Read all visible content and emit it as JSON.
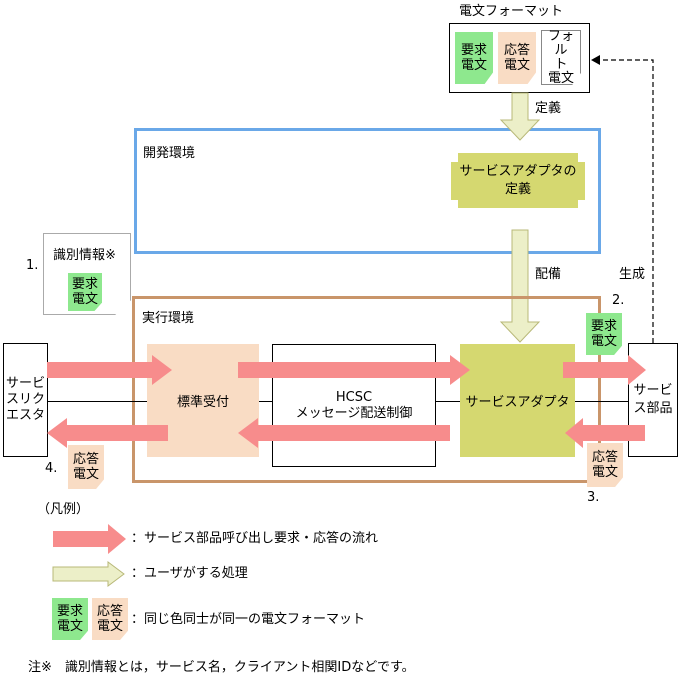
{
  "title_format": "電文フォーマット",
  "format_messages": {
    "request": "要求\n電文",
    "response": "応答\n電文",
    "fault": "フォル\nト\n電文"
  },
  "label_definition": "定義",
  "dev_env": {
    "title": "開発環境",
    "adapter_def": "サービスアダプタの\n定義"
  },
  "label_deploy": "配備",
  "label_generate": "生成",
  "run_env": {
    "title": "実行環境",
    "standard_reception": "標準受付",
    "hcsc_routing": "HCSC\nメッセージ配送制御",
    "service_adapter": "サービスアダプタ"
  },
  "requester": "サービ\nスリク\nエスタ",
  "service_part": "サービ\nス部品",
  "step1": "1.",
  "identification_info": "識別情報※",
  "step2": "2.",
  "step3": "3.",
  "step4": "4.",
  "msg_request": "要求\n電文",
  "msg_response": "応答\n電文",
  "legend": {
    "title": "（凡例）",
    "flow": "：サービス部品呼び出し要求・応答の流れ",
    "user_process": "：ユーザがする処理",
    "same_color": "：同じ色同士が同一の電文フォーマット",
    "req": "要求\n電文",
    "res": "応答\n電文"
  },
  "note": "注※　識別情報とは，サービス名，クライアント相関IDなどです。",
  "colors": {
    "flow_arrow": "#f78c8c",
    "user_arrow": "#ecefc8",
    "adapter": "#d5d870",
    "dev_border": "#6aa8e8",
    "run_border": "#c9956a"
  }
}
